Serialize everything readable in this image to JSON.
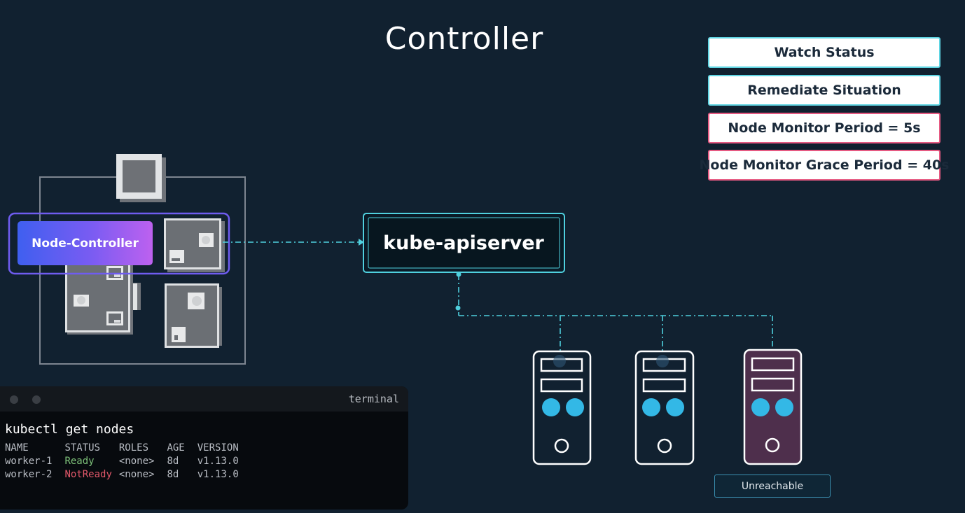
{
  "title": "Controller",
  "info_boxes": [
    {
      "label": "Watch Status",
      "accent": "#5fd5e3"
    },
    {
      "label": "Remediate Situation",
      "accent": "#5fd5e3"
    },
    {
      "label": "Node Monitor Period = 5s",
      "accent": "#e65a82"
    },
    {
      "label": "Node Monitor Grace Period = 40s",
      "accent": "#e65a82"
    }
  ],
  "node_controller": {
    "label": "Node-Controller"
  },
  "apiserver": {
    "label": "kube-apiserver"
  },
  "terminal": {
    "title": "terminal",
    "command": "kubectl get nodes",
    "headers": [
      "NAME",
      "STATUS",
      "ROLES",
      "AGE",
      "VERSION"
    ],
    "rows": [
      {
        "name": "worker-1",
        "status": "Ready",
        "roles": "<none>",
        "age": "8d",
        "version": "v1.13.0"
      },
      {
        "name": "worker-2",
        "status": "NotReady",
        "roles": "<none>",
        "age": "8d",
        "version": "v1.13.0"
      }
    ]
  },
  "servers": [
    {
      "state": "ready"
    },
    {
      "state": "ready"
    },
    {
      "state": "unreachable"
    }
  ],
  "unreachable_badge": {
    "label": "Unreachable"
  },
  "colors": {
    "background": "#112130",
    "accent_cyan": "#4fd0de",
    "accent_pink": "#e65a82",
    "ready_green": "#7ec27a",
    "notready_red": "#e2586a",
    "server_disc": "#33b8e6",
    "unreachable_fill": "#4e2f4c"
  }
}
